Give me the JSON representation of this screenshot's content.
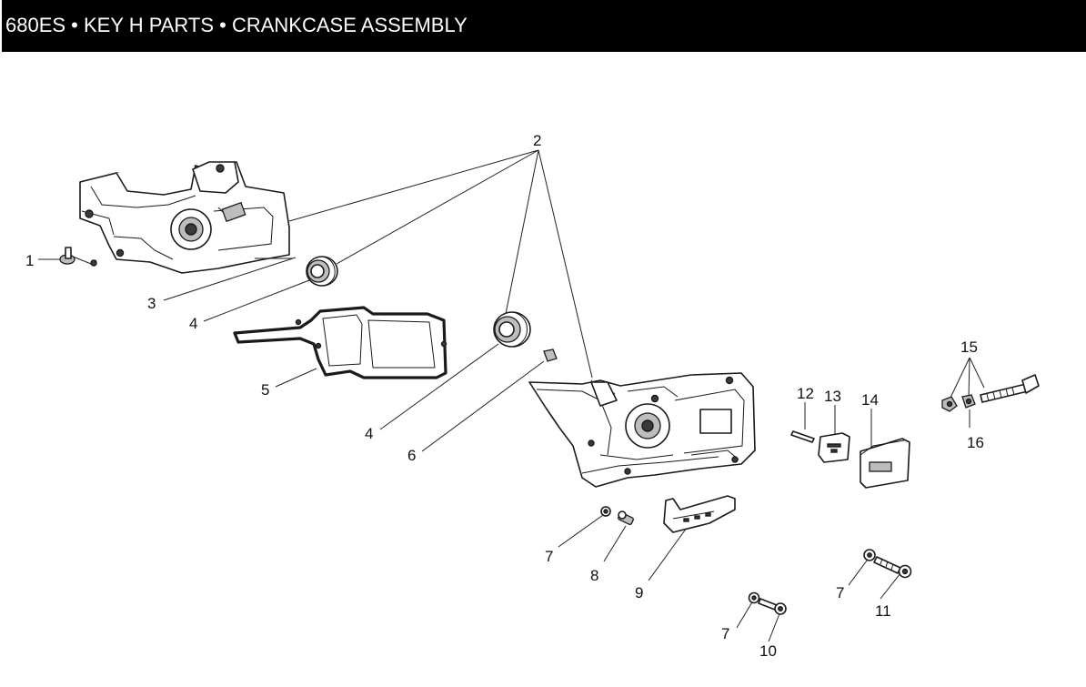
{
  "header": {
    "title": "680ES • KEY H PARTS • CRANKCASE ASSEMBLY"
  },
  "callouts": {
    "c1": "1",
    "c2": "2",
    "c3": "3",
    "c4a": "4",
    "c4b": "4",
    "c5": "5",
    "c6": "6",
    "c7a": "7",
    "c7b": "7",
    "c7c": "7",
    "c8": "8",
    "c9": "9",
    "c10": "10",
    "c11": "11",
    "c12": "12",
    "c13": "13",
    "c14": "14",
    "c15": "15",
    "c16": "16"
  },
  "colors": {
    "header_bg": "#000000",
    "header_text": "#ffffff",
    "line": "#222222"
  },
  "icons": {
    "crankcase_left": "crankcase-half-left-icon",
    "crankcase_right": "crankcase-half-right-icon",
    "bearing": "ball-bearing-icon",
    "gasket": "gasket-icon",
    "screw": "screw-icon"
  }
}
